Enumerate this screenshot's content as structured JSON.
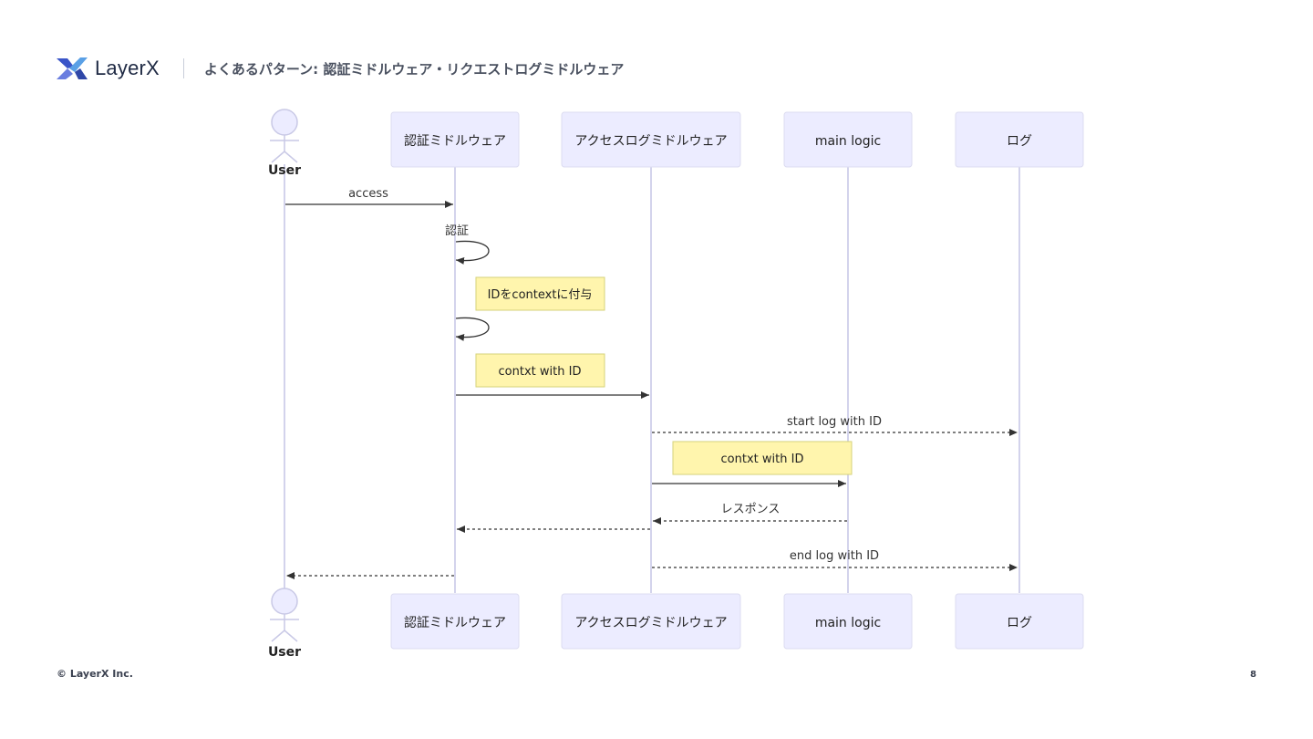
{
  "header": {
    "brand": "LayerX",
    "title": "よくあるパターン: 認証ミドルウェア・リクエストログミドルウェア"
  },
  "footer": {
    "copyright": "© LayerX Inc.",
    "page_number": "8"
  },
  "diagram": {
    "actor": "User",
    "participants": [
      "認証ミドルウェア",
      "アクセスログミドルウェア",
      "main logic",
      "ログ"
    ],
    "messages": {
      "access": "access",
      "auth_self": "認証",
      "start_log": "start log with ID",
      "response": "レスポンス",
      "end_log": "end log with ID"
    },
    "notes": {
      "attach_id": "IDをcontextに付与",
      "context_1": "contxt with ID",
      "context_2": "contxt with ID"
    }
  },
  "colors": {
    "participant_fill": "#ececff",
    "note_fill": "#fff5ad",
    "lifeline": "#d3d3ec"
  }
}
